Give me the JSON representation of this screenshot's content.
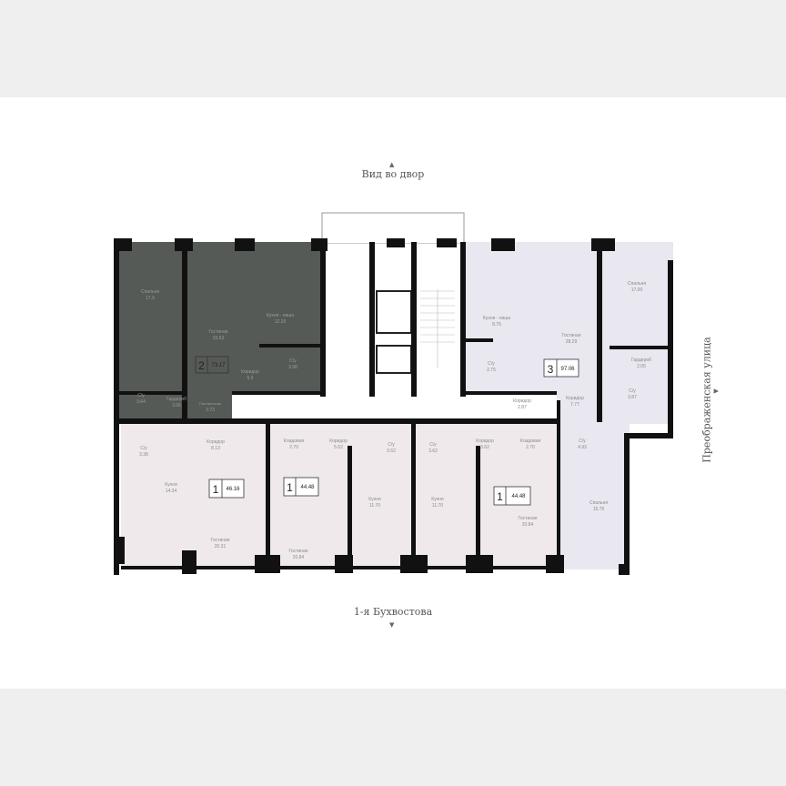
{
  "directions": {
    "top": "Вид во двор",
    "bottom": "1-я Бухвостова",
    "right": "Преображенская улица"
  },
  "colors": {
    "apt2": "#565a56",
    "apt3": "#e9e7ef",
    "apt1": "#f0e9eb",
    "wall": "#111111",
    "common": "#ffffff"
  },
  "apartments": [
    {
      "rooms_count": "2",
      "area": "73.17",
      "rooms": [
        {
          "name": "Спальня",
          "area": "17.9"
        },
        {
          "name": "Гостиная",
          "area": "33.63"
        },
        {
          "name": "Кухня - ниша",
          "area": "12.26"
        },
        {
          "name": "С/у",
          "area": "3.64"
        },
        {
          "name": "Гардероб",
          "area": "3.06"
        },
        {
          "name": "Постирочная",
          "area": "3.73"
        },
        {
          "name": "Коридор",
          "area": "5.9"
        },
        {
          "name": "С/у",
          "area": "3.98"
        }
      ]
    },
    {
      "rooms_count": "3",
      "area": "97.06",
      "rooms": [
        {
          "name": "Кухня - ниша",
          "area": "8.75"
        },
        {
          "name": "Гостиная",
          "area": "28.29"
        },
        {
          "name": "Спальня",
          "area": "17.00"
        },
        {
          "name": "С/у",
          "area": "2.75"
        },
        {
          "name": "Гардероб",
          "area": "2.05"
        },
        {
          "name": "С/у",
          "area": "3.87"
        },
        {
          "name": "Коридор",
          "area": "2.87"
        },
        {
          "name": "Коридор",
          "area": "7.77"
        },
        {
          "name": "С/у",
          "area": "4.93"
        },
        {
          "name": "Спальня",
          "area": "15.76"
        }
      ]
    },
    {
      "rooms_count": "1",
      "area": "46.16",
      "rooms": [
        {
          "name": "С/у",
          "area": "3.38"
        },
        {
          "name": "Коридор",
          "area": "8.13"
        },
        {
          "name": "Кухня",
          "area": "14.34"
        },
        {
          "name": "Гостиная",
          "area": "20.31"
        }
      ]
    },
    {
      "rooms_count": "1",
      "area": "44.48",
      "rooms": [
        {
          "name": "Кладовая",
          "area": "2.70"
        },
        {
          "name": "Коридор",
          "area": "5.62"
        },
        {
          "name": "Гостиная",
          "area": "20.84"
        },
        {
          "name": "Кухня",
          "area": "11.70"
        },
        {
          "name": "С/у",
          "area": "3.62"
        }
      ]
    },
    {
      "rooms_count": "1",
      "area": "44.48",
      "rooms": [
        {
          "name": "С/у",
          "area": "3.62"
        },
        {
          "name": "Кухня",
          "area": "11.70"
        },
        {
          "name": "Коридор",
          "area": "3.62"
        },
        {
          "name": "Кладовая",
          "area": "2.70"
        },
        {
          "name": "Гостиная",
          "area": "20.84"
        }
      ]
    }
  ]
}
